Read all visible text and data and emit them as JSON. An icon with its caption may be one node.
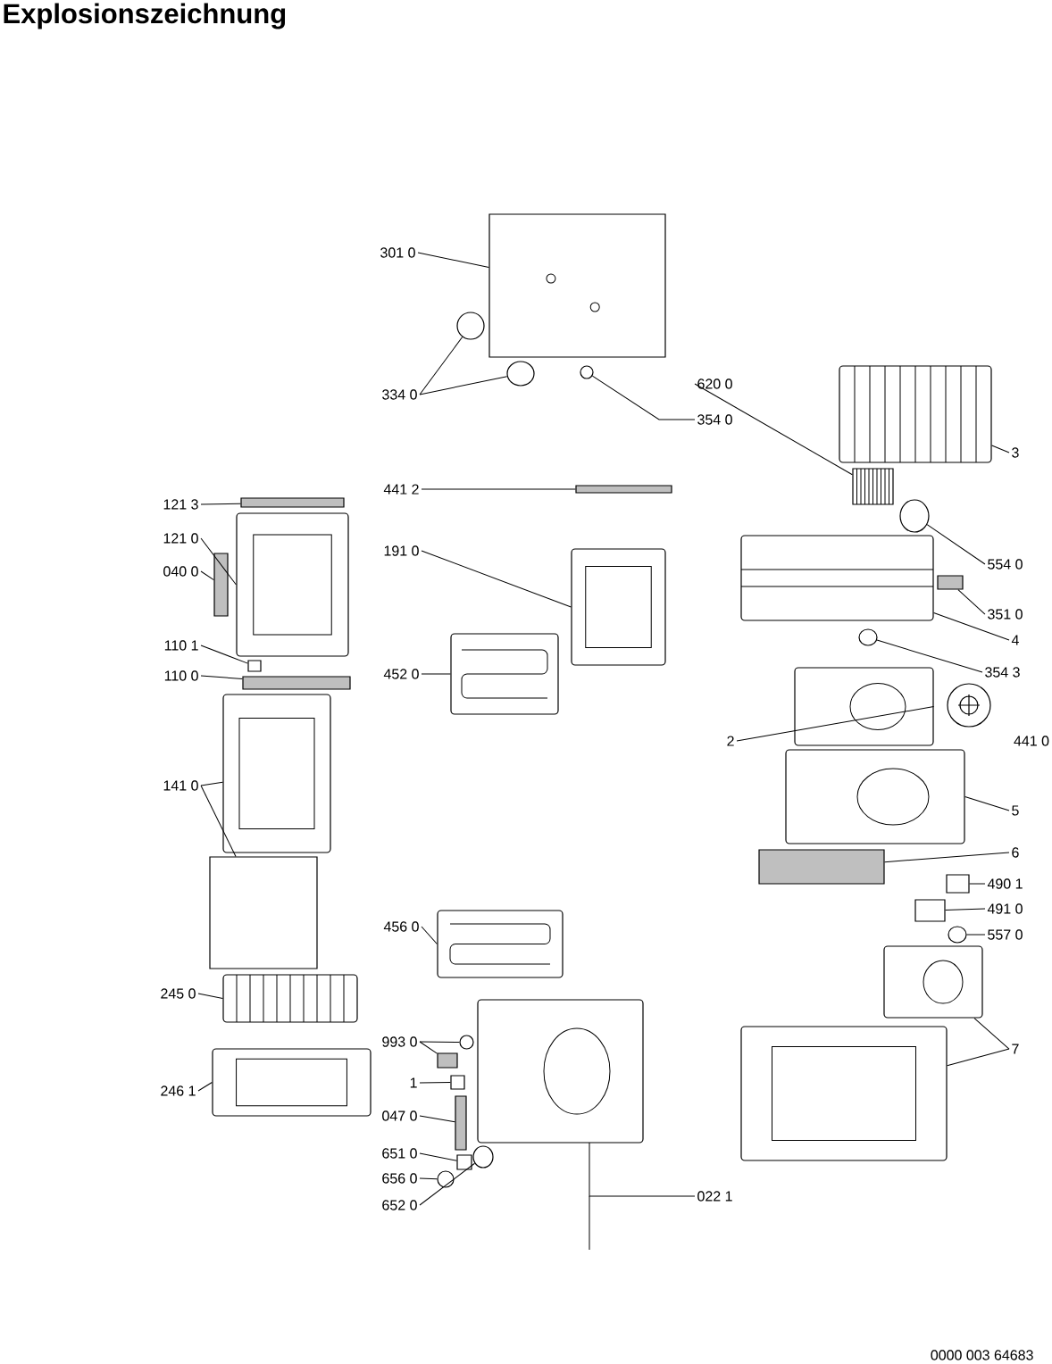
{
  "diagram": {
    "title": "Explosionszeichnung",
    "nodes": [
      {
        "text": [
          "301 0"
        ]
      },
      {
        "text": [],
        "shape": "box"
      },
      {
        "text": [
          "334 0"
        ]
      },
      {
        "text": [],
        "shape": "circle"
      },
      {
        "text": [],
        "shape": "circle"
      },
      {
        "text": [
          "354 0"
        ]
      },
      {
        "text": [],
        "shape": "circle"
      },
      {
        "text": [
          "620 0"
        ]
      },
      {
        "text": [],
        "shape": "box"
      },
      {
        "text": [
          "3"
        ]
      },
      {
        "text": [],
        "shape": "picture"
      },
      {
        "text": [
          "441 2"
        ]
      },
      {
        "text": [],
        "shape": "bar"
      },
      {
        "text": [
          "191 0"
        ]
      },
      {
        "text": [],
        "shape": "picture"
      },
      {
        "text": [
          "554 0"
        ]
      },
      {
        "text": [],
        "shape": "circle"
      },
      {
        "text": [
          "351 0"
        ]
      },
      {
        "text": [],
        "shape": "bar"
      },
      {
        "text": [
          "4"
        ]
      },
      {
        "text": [],
        "shape": "picture"
      },
      {
        "text": [
          "354 3"
        ]
      },
      {
        "text": [],
        "shape": "circle"
      },
      {
        "text": [
          "121 3"
        ]
      },
      {
        "text": [],
        "shape": "bar"
      },
      {
        "text": [
          "121 0"
        ]
      },
      {
        "text": [],
        "shape": "picture"
      },
      {
        "text": [
          "040 0"
        ]
      },
      {
        "text": [],
        "shape": "bar"
      },
      {
        "text": [
          "110 1"
        ]
      },
      {
        "text": [],
        "shape": "box"
      },
      {
        "text": [
          "110 0"
        ]
      },
      {
        "text": [],
        "shape": "bar"
      },
      {
        "text": [
          "141 0"
        ]
      },
      {
        "text": [],
        "shape": "picture"
      },
      {
        "text": [],
        "shape": "box"
      },
      {
        "text": [
          "452 0"
        ]
      },
      {
        "text": [],
        "shape": "picture"
      },
      {
        "text": [
          "2"
        ]
      },
      {
        "text": [],
        "shape": "picture"
      },
      {
        "text": [
          "5"
        ]
      },
      {
        "text": [],
        "shape": "picture"
      },
      {
        "text": [
          "6"
        ]
      },
      {
        "text": [],
        "shape": "bar"
      },
      {
        "text": [
          "490 1"
        ]
      },
      {
        "text": [],
        "shape": "box"
      },
      {
        "text": [
          "491 0"
        ]
      },
      {
        "text": [],
        "shape": "box"
      },
      {
        "text": [
          "557 0"
        ]
      },
      {
        "text": [],
        "shape": "circle"
      },
      {
        "text": [
          "7"
        ]
      },
      {
        "text": [],
        "shape": "picture"
      },
      {
        "text": [],
        "shape": "picture"
      },
      {
        "text": [
          "456 0"
        ]
      },
      {
        "text": [],
        "shape": "picture"
      },
      {
        "text": [
          "245 0"
        ]
      },
      {
        "text": [],
        "shape": "picture"
      },
      {
        "text": [
          "246 1"
        ]
      },
      {
        "text": [],
        "shape": "picture"
      },
      {
        "text": [
          "993 0"
        ]
      },
      {
        "text": [],
        "shape": "circle"
      },
      {
        "text": [],
        "shape": "bar"
      },
      {
        "text": [
          "1"
        ]
      },
      {
        "text": [],
        "shape": "box"
      },
      {
        "text": [
          "047 0"
        ]
      },
      {
        "text": [],
        "shape": "bar"
      },
      {
        "text": [
          "651 0"
        ]
      },
      {
        "text": [],
        "shape": "box"
      },
      {
        "text": [
          "656 0"
        ]
      },
      {
        "text": [],
        "shape": "circle"
      },
      {
        "text": [
          "652 0"
        ]
      },
      {
        "text": [],
        "shape": "circle"
      },
      {
        "text": [
          "022 1"
        ]
      },
      {
        "text": [],
        "shape": "picture"
      }
    ],
    "edges": [
      {
        "from": 0,
        "to": 1,
        "arrow": "none"
      },
      {
        "from": 2,
        "to": 3,
        "arrow": "none"
      },
      {
        "from": 2,
        "to": 4,
        "arrow": "none"
      },
      {
        "from": 5,
        "to": 6,
        "arrow": "none"
      },
      {
        "from": 7,
        "to": 8,
        "arrow": "none"
      },
      {
        "from": 9,
        "to": 10,
        "arrow": "none"
      },
      {
        "from": 11,
        "to": 12,
        "arrow": "none"
      },
      {
        "from": 13,
        "to": 14,
        "arrow": "none"
      },
      {
        "from": 15,
        "to": 16,
        "arrow": "none"
      },
      {
        "from": 17,
        "to": 18,
        "arrow": "none"
      },
      {
        "from": 19,
        "to": 20,
        "arrow": "none"
      },
      {
        "from": 21,
        "to": 22,
        "arrow": "none"
      },
      {
        "from": 23,
        "to": 24,
        "arrow": "none"
      },
      {
        "from": 25,
        "to": 26,
        "arrow": "none"
      },
      {
        "from": 27,
        "to": 28,
        "arrow": "none"
      },
      {
        "from": 29,
        "to": 30,
        "arrow": "none"
      },
      {
        "from": 31,
        "to": 32,
        "arrow": "none"
      },
      {
        "from": 33,
        "to": 34,
        "arrow": "none"
      },
      {
        "from": 33,
        "to": 35,
        "arrow": "none"
      },
      {
        "from": 36,
        "to": 37,
        "arrow": "none"
      },
      {
        "from": 38,
        "to": 39,
        "arrow": "none"
      },
      {
        "from": 40,
        "to": 41,
        "arrow": "none"
      },
      {
        "from": 42,
        "to": 43,
        "arrow": "none"
      },
      {
        "from": 44,
        "to": 45,
        "arrow": "none"
      },
      {
        "from": 46,
        "to": 47,
        "arrow": "none"
      },
      {
        "from": 48,
        "to": 49,
        "arrow": "none"
      },
      {
        "from": 50,
        "to": 51,
        "arrow": "none"
      },
      {
        "from": 50,
        "to": 52,
        "arrow": "none"
      },
      {
        "from": 53,
        "to": 54,
        "arrow": "none"
      },
      {
        "from": 55,
        "to": 56,
        "arrow": "none"
      },
      {
        "from": 57,
        "to": 58,
        "arrow": "none"
      },
      {
        "from": 59,
        "to": 60,
        "arrow": "none"
      },
      {
        "from": 59,
        "to": 61,
        "arrow": "none"
      },
      {
        "from": 62,
        "to": 63,
        "arrow": "none"
      },
      {
        "from": 64,
        "to": 65,
        "arrow": "none"
      },
      {
        "from": 66,
        "to": 67,
        "arrow": "none"
      },
      {
        "from": 68,
        "to": 69,
        "arrow": "none"
      },
      {
        "from": 70,
        "to": 71,
        "arrow": "none"
      },
      {
        "from": 72,
        "to": 73,
        "arrow": "none"
      }
    ],
    "labels": [
      "441 0",
      "0000 003 64683"
    ]
  }
}
